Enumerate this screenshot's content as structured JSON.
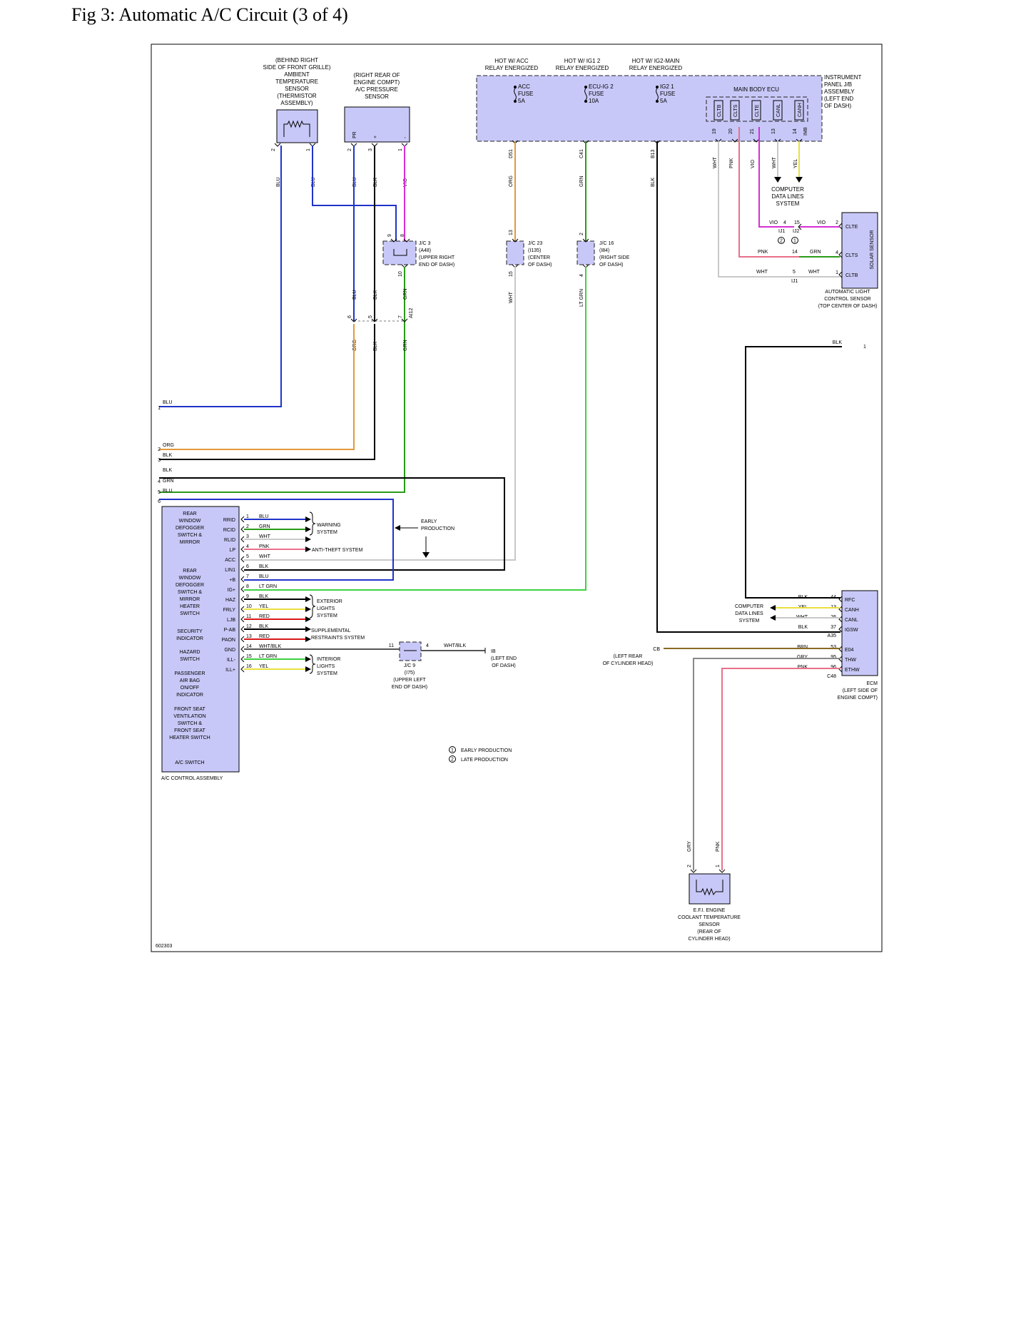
{
  "title": "Fig 3: Automatic A/C Circuit (3 of 4)",
  "figure_id": "602303",
  "colors": {
    "BLU": "#1f33c8",
    "ORG": "#e39a3a",
    "BLK": "#000000",
    "GRN": "#2a9a1a",
    "VIO": "#d52fd5",
    "WHT": "#c8c8c8",
    "PNK": "#e8708a",
    "YEL": "#e8e040",
    "RED": "#d81818",
    "LTGRN": "#40d040",
    "BRN": "#8a6a20",
    "GRY": "#888888",
    "box": "#c8c8f8"
  },
  "labels": {
    "amb_sensor": [
      "(BEHIND RIGHT",
      "SIDE OF FRONT GRILLE)",
      "AMBIENT",
      "TEMPERATURE",
      "SENSOR",
      "(THERMISTOR",
      "ASSEMBLY)"
    ],
    "press_sensor": [
      "(RIGHT REAR OF",
      "ENGINE COMPT)",
      "A/C PRESSURE",
      "SENSOR"
    ],
    "hot_acc": [
      "HOT W/ ACC",
      "RELAY ENERGIZED"
    ],
    "hot_ig1": [
      "HOT W/ IG1 2",
      "RELAY ENERGIZED"
    ],
    "hot_ig2": [
      "HOT W/ IG2-MAIN",
      "RELAY ENERGIZED"
    ],
    "fuse_acc": [
      "ACC",
      "FUSE",
      "5A"
    ],
    "fuse_ecu": [
      "ECU-IG 2",
      "FUSE",
      "10A"
    ],
    "fuse_ig2": [
      "IG2 1",
      "FUSE",
      "5A"
    ],
    "main_body_ecu": "MAIN BODY ECU",
    "ipjb": [
      "INSTRUMENT",
      "PANEL J/B",
      "ASSEMBLY",
      "(LEFT END",
      "OF DASH)"
    ],
    "ecu_pins": [
      "CLTB",
      "CLTS",
      "CLTE",
      "CANL",
      "CANH"
    ],
    "ecu_pin_nums": [
      "19",
      "20",
      "21",
      "13",
      "14"
    ],
    "ecu_conn": "IM8",
    "ecu_wires": [
      "WHT",
      "PNK",
      "VIO",
      "WHT",
      "YEL"
    ],
    "cdl_top": [
      "COMPUTER",
      "DATA LINES",
      "SYSTEM"
    ],
    "amb_pins": [
      "2",
      "1"
    ],
    "amb_wires": [
      "BLU",
      "BLU"
    ],
    "press_pins": [
      "2",
      "3",
      "1"
    ],
    "press_wires": [
      "BLU",
      "BLK",
      "VIO"
    ],
    "press_pin_names": [
      "PR",
      "+",
      "-"
    ],
    "jc3": [
      "J/C 3",
      "(A48)",
      "(UPPER RIGHT",
      "END OF DASH)"
    ],
    "jc3_pins": [
      "9",
      "8",
      "10"
    ],
    "jc23": [
      "J/C 23",
      "(I135)",
      "(CENTER",
      "OF DASH)"
    ],
    "jc16": [
      "J/C 16",
      "(I84)",
      "(RIGHT SIDE",
      "OF DASH)"
    ],
    "conn_d51": "D51",
    "conn_c41": "C41",
    "conn_b13": "B13",
    "col_d51": [
      "ORG",
      "13",
      "15",
      "WHT"
    ],
    "col_c41": [
      "GRN",
      "2",
      "4",
      "LT GRN"
    ],
    "col_b13": "BLK",
    "mid_upper": [
      "BLU",
      "BLK",
      "GRN"
    ],
    "mid_pins": [
      "6",
      "5",
      "7"
    ],
    "mid_conn": "AI12",
    "mid_lower": [
      "ORG",
      "BLK",
      "GRN"
    ],
    "solar_title": "SOLAR SENSOR",
    "solar_pins": [
      "CLTE",
      "CLTS",
      "CLTB"
    ],
    "solar_left_nums": [
      "4",
      "15",
      "14",
      "5"
    ],
    "solar_right_nums": [
      "2",
      "4",
      "1"
    ],
    "solar_wires_left": [
      "VIO",
      "PNK",
      "WHT"
    ],
    "solar_wires_right": [
      "VIO",
      "GRN",
      "WHT"
    ],
    "solar_conn": [
      "IJ1",
      "IJ2",
      "IJ1"
    ],
    "solar_circ": [
      "2",
      "1"
    ],
    "solar_caption": [
      "AUTOMATIC LIGHT",
      "CONTROL SENSOR",
      "(TOP CENTER OF DASH)"
    ],
    "blk_1": [
      "BLK",
      "1"
    ],
    "left_wires": [
      {
        "n": "1",
        "c": "BLU"
      },
      {
        "n": "2",
        "c": "ORG"
      },
      {
        "n": "3",
        "c": "BLK"
      },
      {
        "n": "4",
        "c": "BLK"
      },
      {
        "n": "4",
        "c": "GRN"
      },
      {
        "n": "5",
        "c": "BLU"
      },
      {
        "n": "6",
        "c": ""
      }
    ],
    "acc_modules": [
      [
        "REAR",
        "WINDOW",
        "DEFOGGER",
        "SWITCH &",
        "MIRROR"
      ],
      [
        "REAR",
        "WINDOW",
        "DEFOGGER",
        "SWITCH &",
        "MIRROR",
        "HEATER",
        "SWITCH"
      ],
      [
        "SECURITY",
        "INDICATOR"
      ],
      [
        "HAZARD",
        "SWITCH"
      ],
      [
        "PASSENGER",
        "AIR BAG",
        "ON/OFF",
        "INDICATOR"
      ],
      [
        "FRONT SEAT",
        "VENTILATION",
        "SWITCH &",
        "FRONT SEAT",
        "HEATER SWITCH"
      ],
      [
        "A/C SWITCH"
      ]
    ],
    "acc_assembly": "A/C CONTROL ASSEMBLY",
    "acc_pins": [
      {
        "name": "RRID",
        "num": "1",
        "wire": "BLU"
      },
      {
        "name": "RCID",
        "num": "2",
        "wire": "GRN"
      },
      {
        "name": "RLID",
        "num": "3",
        "wire": "WHT"
      },
      {
        "name": "LP",
        "num": "4",
        "wire": "PNK"
      },
      {
        "name": "ACC",
        "num": "5",
        "wire": "WHT"
      },
      {
        "name": "LIN1",
        "num": "6",
        "wire": "BLK"
      },
      {
        "name": "+B",
        "num": "7",
        "wire": "BLU"
      },
      {
        "name": "IG+",
        "num": "8",
        "wire": "LT GRN"
      },
      {
        "name": "HAZ",
        "num": "9",
        "wire": "BLK"
      },
      {
        "name": "FRLY",
        "num": "10",
        "wire": "YEL"
      },
      {
        "name": "LJB",
        "num": "11",
        "wire": "RED"
      },
      {
        "name": "P-AB",
        "num": "12",
        "wire": "BLK"
      },
      {
        "name": "PAON",
        "num": "13",
        "wire": "RED"
      },
      {
        "name": "GND",
        "num": "14",
        "wire": "WHT/BLK"
      },
      {
        "name": "ILL-",
        "num": "15",
        "wire": "LT GRN"
      },
      {
        "name": "ILL+",
        "num": "16",
        "wire": "YEL"
      }
    ],
    "warning_system": [
      "WARNING",
      "SYSTEM"
    ],
    "anti_theft": "ANTI-THEFT SYSTEM",
    "early_production": [
      "EARLY",
      "PRODUCTION"
    ],
    "exterior_lights": [
      "EXTERIOR",
      "LIGHTS",
      "SYSTEM"
    ],
    "srs": [
      "SUPPLEMENTAL",
      "RESTRAINTS SYSTEM"
    ],
    "interior_lights": [
      "INTERIOR",
      "LIGHTS",
      "SYSTEM"
    ],
    "jc9": [
      "J/C 9",
      "(I75)",
      "(UPPER LEFT",
      "END OF DASH)"
    ],
    "jc9_pins": [
      "11",
      "4"
    ],
    "jc9_wire": "WHT/BLK",
    "ground_ib": [
      "IB",
      "(LEFT END",
      "OF DASH)"
    ],
    "ecm_title": [
      "ECM",
      "(LEFT SIDE OF",
      "ENGINE COMPT)"
    ],
    "ecm_pins": [
      {
        "name": "RFC",
        "num": "44",
        "wire": "BLK"
      },
      {
        "name": "CANH",
        "num": "13",
        "wire": "YEL"
      },
      {
        "name": "CANL",
        "num": "26",
        "wire": "WHT"
      },
      {
        "name": "IGSW",
        "num": "37",
        "wire": "BLK"
      },
      {
        "name": "E04",
        "num": "53",
        "wire": "BRN"
      },
      {
        "name": "THW",
        "num": "95",
        "wire": "GRY"
      },
      {
        "name": "ETHW",
        "num": "96",
        "wire": "PNK"
      }
    ],
    "ecm_conns": [
      "A35",
      "C48"
    ],
    "cdl_ecm": [
      "COMPUTER",
      "DATA LINES",
      "SYSTEM"
    ],
    "ground_cb": [
      "CB",
      "(LEFT REAR",
      "OF CYLINDER HEAD)"
    ],
    "coolant_pins": [
      "2",
      "1"
    ],
    "coolant_wires": [
      "GRY",
      "PNK"
    ],
    "coolant_caption": [
      "E.F.I. ENGINE",
      "COOLANT TEMPERATURE",
      "SENSOR",
      "(REAR OF",
      "CYLINDER HEAD)"
    ],
    "legend": [
      {
        "n": "1",
        "t": "EARLY PRODUCTION"
      },
      {
        "n": "2",
        "t": "LATE PRODUCTION"
      }
    ]
  }
}
